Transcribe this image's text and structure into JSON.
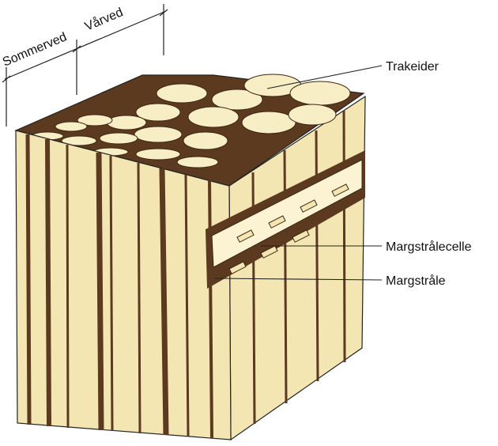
{
  "labels": {
    "sommerved": "Sommerved",
    "varved": "Vårved",
    "trakeider": "Trakeider",
    "margstralecelle": "Margstrålecelle",
    "margstrale": "Margstråle"
  },
  "colors": {
    "wood_light": "#f4e6b3",
    "wood_highlight": "#fbf3d2",
    "wood_shadow": "#e2cf8f",
    "cell_wall": "#5b3a1f",
    "line": "#222222"
  }
}
